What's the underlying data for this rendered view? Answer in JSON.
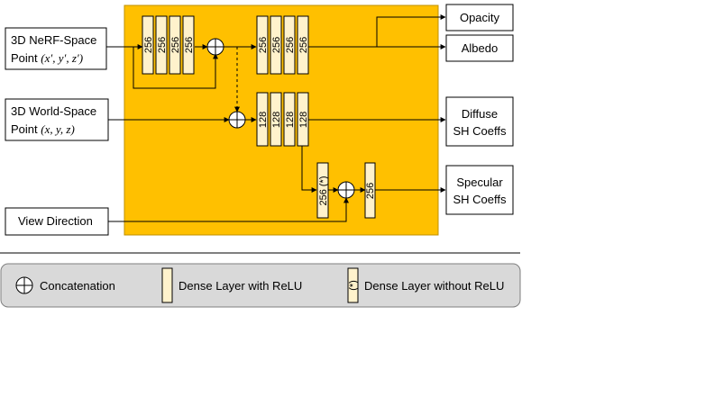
{
  "inputs": {
    "nerf_point": {
      "line1": "3D NeRF-Space",
      "line2": "Point",
      "math": "(x′, y′, z′)"
    },
    "world_point": {
      "line1": "3D World-Space",
      "line2": "Point",
      "math": "(x, y, z)"
    },
    "view_direction": "View Direction"
  },
  "layers": {
    "block1": [
      "256",
      "256",
      "256",
      "256"
    ],
    "block2": [
      "256",
      "256",
      "256",
      "256"
    ],
    "block3": [
      "128",
      "128",
      "128",
      "128"
    ],
    "specular_no_relu": "256 (*)",
    "specular_relu": "256"
  },
  "outputs": {
    "opacity": "Opacity",
    "albedo": "Albedo",
    "diffuse": {
      "line1": "Diffuse",
      "line2": "SH Coeffs"
    },
    "specular": {
      "line1": "Specular",
      "line2": "SH Coeffs"
    }
  },
  "legend": {
    "concatenation": "Concatenation",
    "dense_relu": "Dense Layer with ReLU",
    "dense_no_relu": "Dense Layer without ReLU",
    "no_relu_mark": "(*)"
  },
  "colors": {
    "network_bg": "#FFC000",
    "layer_fill": "#FFF2CC",
    "legend_bg": "#D9D9D9",
    "line": "#000000"
  }
}
